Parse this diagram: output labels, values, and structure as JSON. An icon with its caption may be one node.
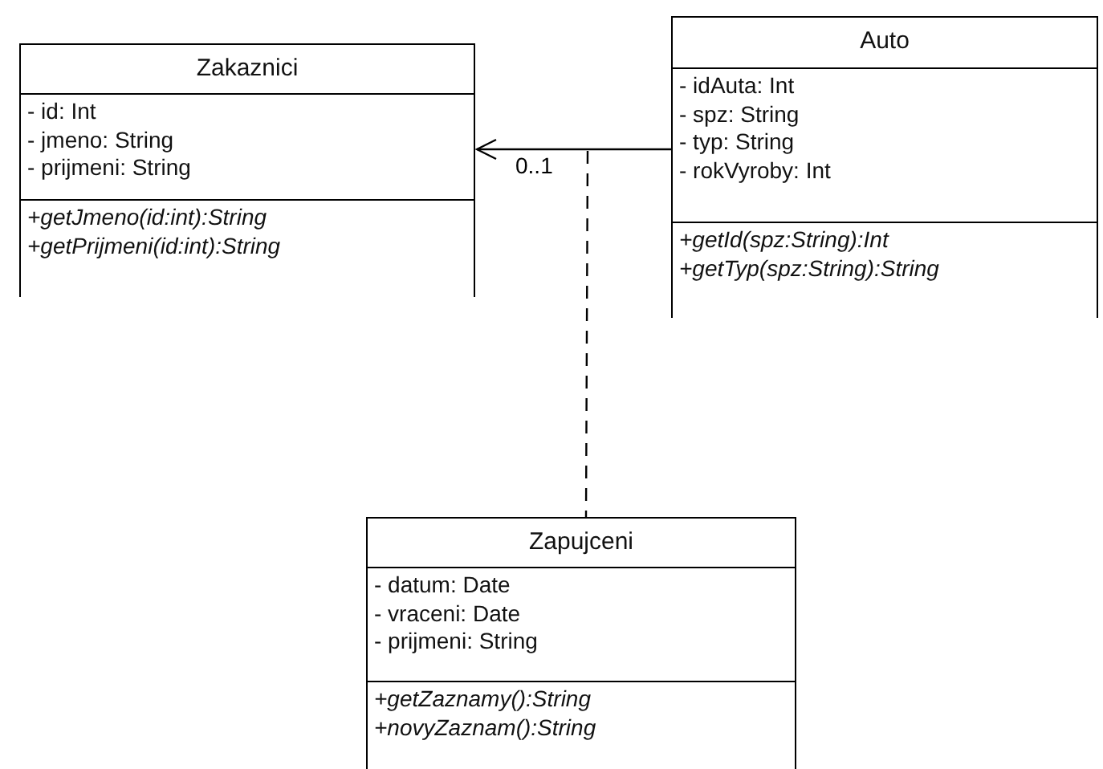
{
  "diagram": {
    "nodes": [
      {
        "text": [
          "Zakaznici"
        ]
      },
      {
        "text": [
          "- id: Int",
          "- jmeno: String",
          "- prijmeni: String"
        ],
        "in": 0
      },
      {
        "text": [
          "+getJmeno(id:int):String",
          "+getPrijmeni(id:int):String"
        ],
        "in": 0
      },
      {
        "text": [
          "Auto"
        ]
      },
      {
        "text": [
          "- idAuta: Int",
          "- spz: String",
          "- typ: String",
          "- rokVyroby: Int"
        ],
        "in": 3
      },
      {
        "text": [
          "+getId(spz:String):Int",
          "+getTyp(spz:String):String"
        ],
        "in": 3
      },
      {
        "text": [
          "Zapujceni"
        ]
      },
      {
        "text": [
          "- datum: Date",
          "- vraceni: Date",
          "- prijmeni: String"
        ],
        "in": 6
      },
      {
        "text": [
          "+getZaznamy():String",
          "+novyZaznam():String"
        ],
        "in": 6
      }
    ],
    "edges": [
      {
        "from": 3,
        "to": 0,
        "arrow": "to",
        "label": "0..1"
      },
      {
        "from": null,
        "to": 6,
        "arrow": "none",
        "style": "dashed"
      }
    ]
  }
}
